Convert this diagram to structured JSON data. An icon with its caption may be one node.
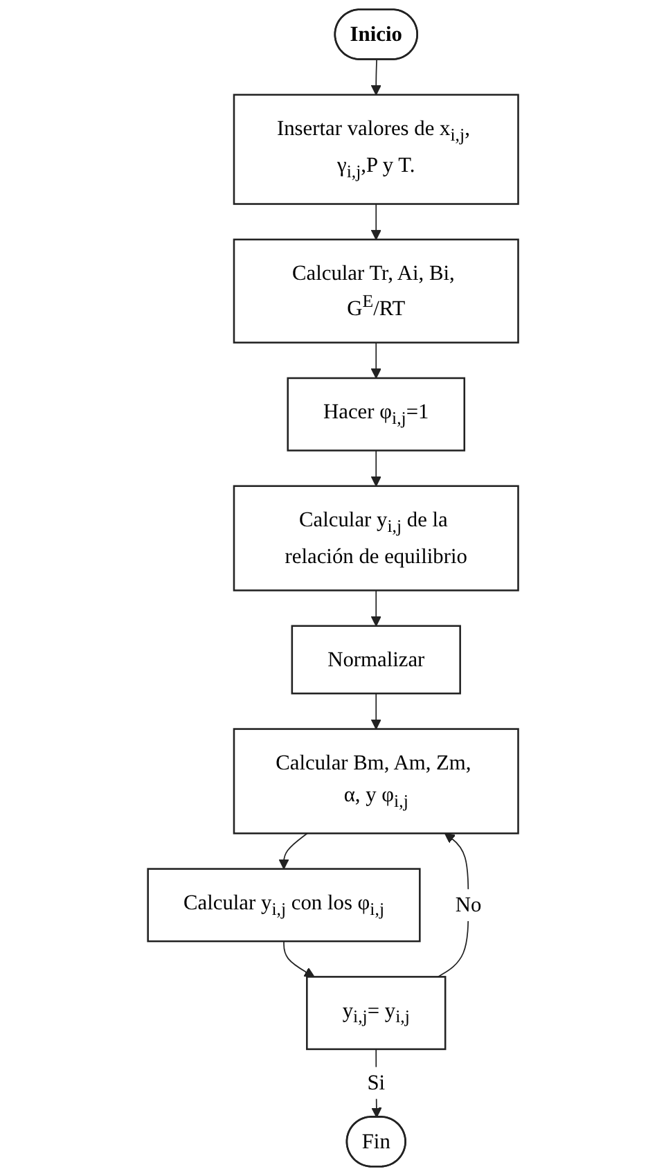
{
  "diagram": {
    "nodes": [
      {
        "text": [
          "Inicio"
        ]
      },
      {
        "text": [
          "Insertar valores de x$_{i,j}$, γ$_{i,j}$,P y T."
        ]
      },
      {
        "text": [
          "Calcular Tr, Ai, Bi, G$^{E}$/RT"
        ]
      },
      {
        "text": [
          "Hacer φ$_{i,j}$=1"
        ]
      },
      {
        "text": [
          "Calcular y$_{i,j}$ de la relación de equilibrio"
        ]
      },
      {
        "text": [
          "Normalizar"
        ]
      },
      {
        "text": [
          "Calcular Bm, Am, Zm, α, y φ$_{i,j}$"
        ]
      },
      {
        "text": [
          "Calcular y$_{i,j}$ con los φ$_{i,j}$"
        ]
      },
      {
        "text": [
          "y$_{i,j}$= y$_{i,j}$"
        ]
      },
      {
        "text": [
          "Fin"
        ]
      }
    ],
    "edges": [
      {
        "from": 0,
        "to": 1,
        "arrow": "to"
      },
      {
        "from": 1,
        "to": 2,
        "arrow": "to"
      },
      {
        "from": 2,
        "to": 3,
        "arrow": "to"
      },
      {
        "from": 3,
        "to": 4,
        "arrow": "to"
      },
      {
        "from": 4,
        "to": 5,
        "arrow": "to"
      },
      {
        "from": 5,
        "to": 6,
        "arrow": "to"
      },
      {
        "from": 6,
        "to": 7,
        "arrow": "to"
      },
      {
        "from": 7,
        "to": 8,
        "arrow": "to"
      },
      {
        "from": 8,
        "to": 6,
        "arrow": "to",
        "label": "No"
      },
      {
        "from": 8,
        "to": 9,
        "arrow": "to",
        "label": "Si"
      }
    ]
  }
}
